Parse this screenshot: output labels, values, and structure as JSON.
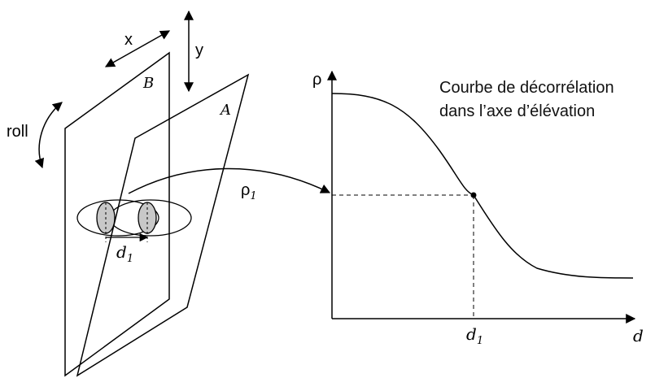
{
  "labels": {
    "x_axis_move": "x",
    "y_axis_move": "y",
    "roll": "roll",
    "plane_b": "B",
    "plane_a": "A",
    "rho": "ρ",
    "rho1_main": "ρ",
    "rho1_sub": "1",
    "d1_left_main": "d",
    "d1_left_sub": "1",
    "d1_axis_main": "d",
    "d1_axis_sub": "1",
    "d_axis": "d"
  },
  "caption": {
    "line1": "Courbe de décorrélation",
    "line2": "dans l’axe d’élévation"
  },
  "colors": {
    "stroke": "#000000",
    "ellipse_fill": "#c8c8c8"
  }
}
